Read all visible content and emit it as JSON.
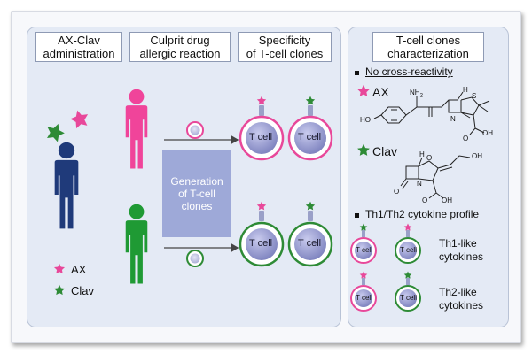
{
  "headers": {
    "administration": "AX-Clav\nadministration",
    "reaction": "Culprit drug\nallergic reaction",
    "specificity": "Specificity\nof T-cell clones",
    "characterization": "T-cell clones\ncharacterization"
  },
  "generation_box": "Generation\nof T-cell\nclones",
  "legend": {
    "ax": "AX",
    "clav": "Clav"
  },
  "cell_label": "T cell",
  "sections": {
    "cross_reactivity": "No cross-reactivity",
    "cytokine_profile": "Th1/Th2 cytokine profile"
  },
  "chemistry": {
    "ax_label": "AX",
    "clav_label": "Clav",
    "nh2": "NH",
    "nh2_sub": "2",
    "ho": "HO",
    "oh": "OH",
    "h": "H",
    "n": "N",
    "s": "S",
    "o": "O"
  },
  "cytokines": {
    "th1": "Th1-like\ncytokines",
    "th2": "Th2-like\ncytokines"
  },
  "colors": {
    "ax": "#e8489a",
    "clav": "#2e8b36",
    "patient_dark": "#1f3a7a",
    "patient_pink": "#f0449a",
    "patient_green": "#1f9a34",
    "generation": "#9ea9d8",
    "cell_body": "#8e93c9"
  }
}
